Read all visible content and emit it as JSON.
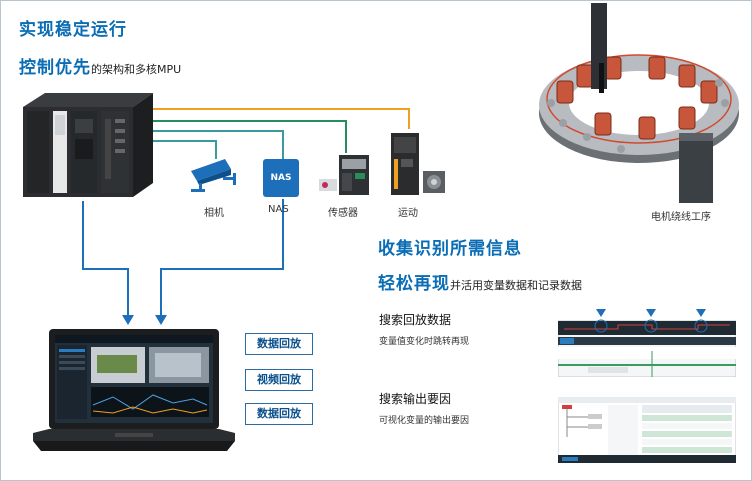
{
  "headings": {
    "main_title": "实现稳定运行",
    "control_big": "控制优先",
    "control_small": "的架构和多核MPU",
    "collect": "收集识别所需信息",
    "replay_big": "轻松再现",
    "replay_small": "并活用变量数据和记录数据"
  },
  "devices": {
    "camera": "相机",
    "nas": "NAS",
    "nas_box": "NAS",
    "sensor": "传感器",
    "motion": "运动",
    "winding": "电机绕线工序"
  },
  "buttons": {
    "data_replay_1": "数据回放",
    "video_replay": "视频回放",
    "data_replay_2": "数据回放"
  },
  "sections": {
    "search_replay": "搜索回放数据",
    "search_replay_desc": "变量值变化时跳转再现",
    "search_cause": "搜索输出要因",
    "search_cause_desc": "可视化变量的输出要因"
  },
  "colors": {
    "heading_blue": "#0a6db5",
    "wire_blue": "#1c6fb8",
    "wire_orange": "#f0a020",
    "wire_green": "#2a8c5a",
    "wire_teal": "#3a9aa0"
  }
}
